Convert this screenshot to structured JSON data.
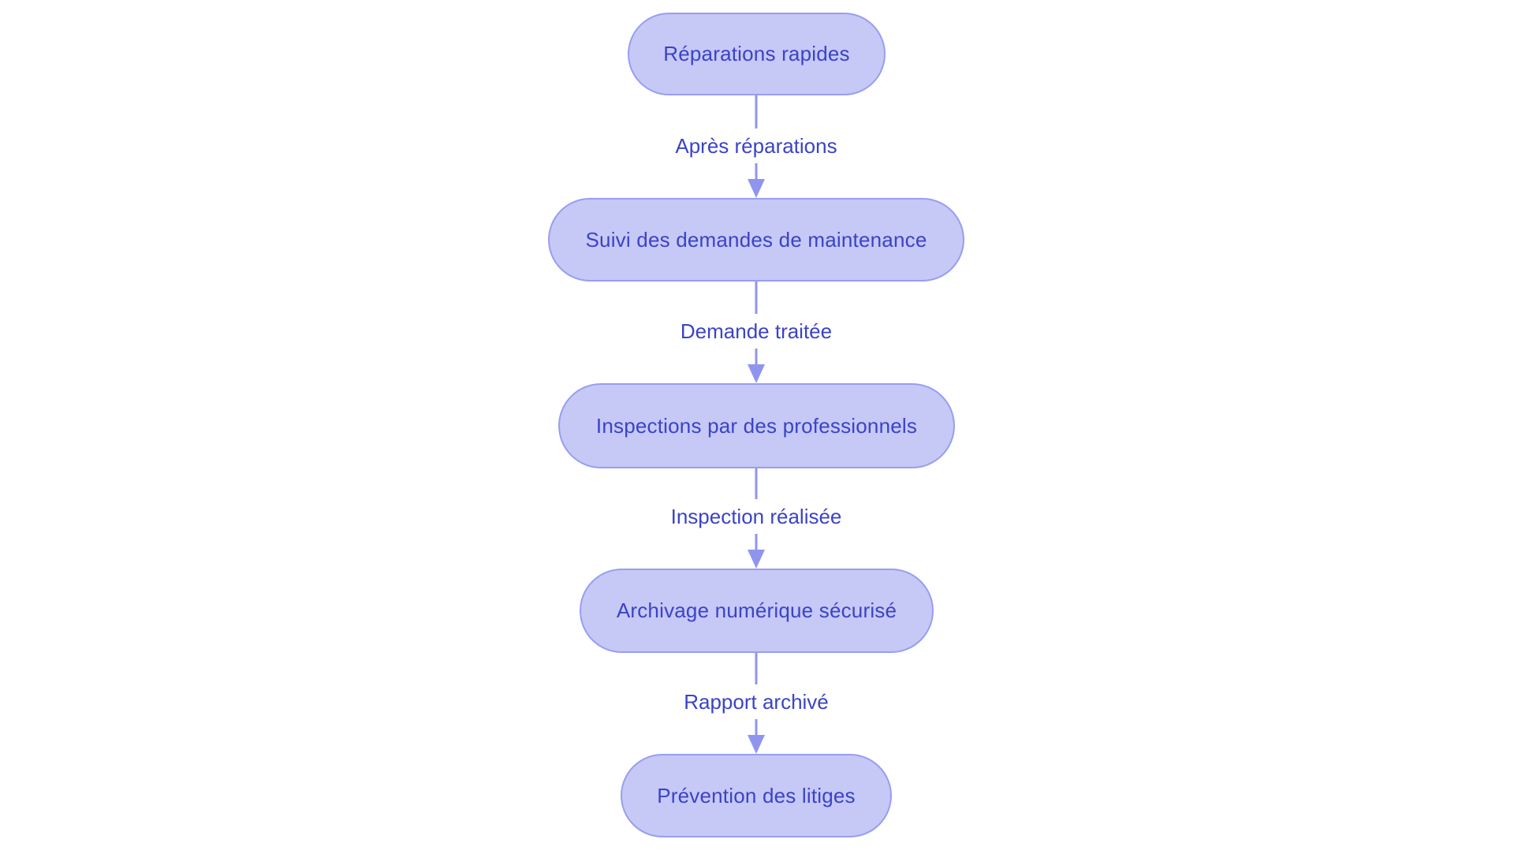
{
  "flowchart": {
    "nodes": [
      {
        "label": "Réparations rapides"
      },
      {
        "label": "Suivi des demandes de maintenance"
      },
      {
        "label": "Inspections par des professionnels"
      },
      {
        "label": "Archivage numérique sécurisé"
      },
      {
        "label": "Prévention des litiges"
      }
    ],
    "edges": [
      {
        "from": "Réparations rapides",
        "to": "Suivi des demandes de maintenance",
        "label": "Après réparations"
      },
      {
        "from": "Suivi des demandes de maintenance",
        "to": "Inspections par des professionnels",
        "label": "Demande traitée"
      },
      {
        "from": "Inspections par des professionnels",
        "to": "Archivage numérique sécurisé",
        "label": "Inspection réalisée"
      },
      {
        "from": "Archivage numérique sécurisé",
        "to": "Prévention des litiges",
        "label": "Rapport archivé"
      }
    ]
  },
  "colors": {
    "node_fill": "#c6c8f6",
    "node_border": "#989ef0",
    "node_text": "#3b43c6",
    "arrow": "#8f95ee",
    "edge_label_text": "#3b43c6",
    "background": "#ffffff"
  }
}
